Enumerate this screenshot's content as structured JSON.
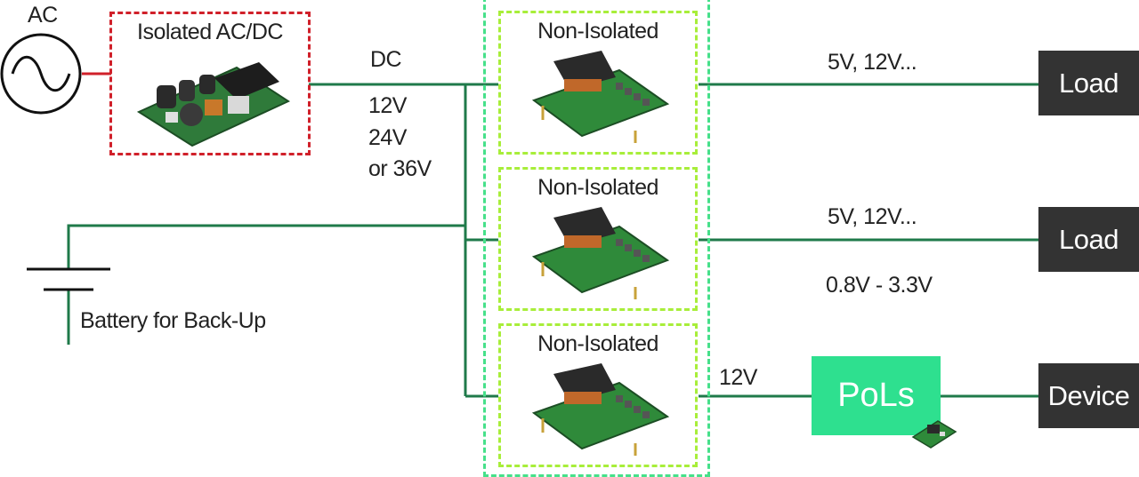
{
  "source": {
    "label": "AC"
  },
  "acdc": {
    "label": "Isolated AC/DC"
  },
  "bus": {
    "dc_label": "DC",
    "voltage_options": [
      "12V",
      "24V",
      "or 36V"
    ]
  },
  "battery": {
    "label": "Battery for Back-Up"
  },
  "converters": [
    {
      "label": "Non-Isolated"
    },
    {
      "label": "Non-Isolated"
    },
    {
      "label": "Non-Isolated"
    }
  ],
  "outputs": {
    "row1_voltage": "5V, 12V...",
    "row2_voltage": "5V, 12V...",
    "row2_range": "0.8V - 3.3V",
    "row3_voltage": "12V"
  },
  "pols": {
    "label": "PoLs"
  },
  "sinks": {
    "load1": "Load",
    "load2": "Load",
    "device": "Device"
  },
  "colors": {
    "wire_green": "#1f7a4a",
    "wire_red": "#d0202a",
    "outer_dash": "#46e08a",
    "module_dash": "#a8ee3a",
    "pols_fill": "#2ee08f",
    "sink_fill": "#333333"
  }
}
